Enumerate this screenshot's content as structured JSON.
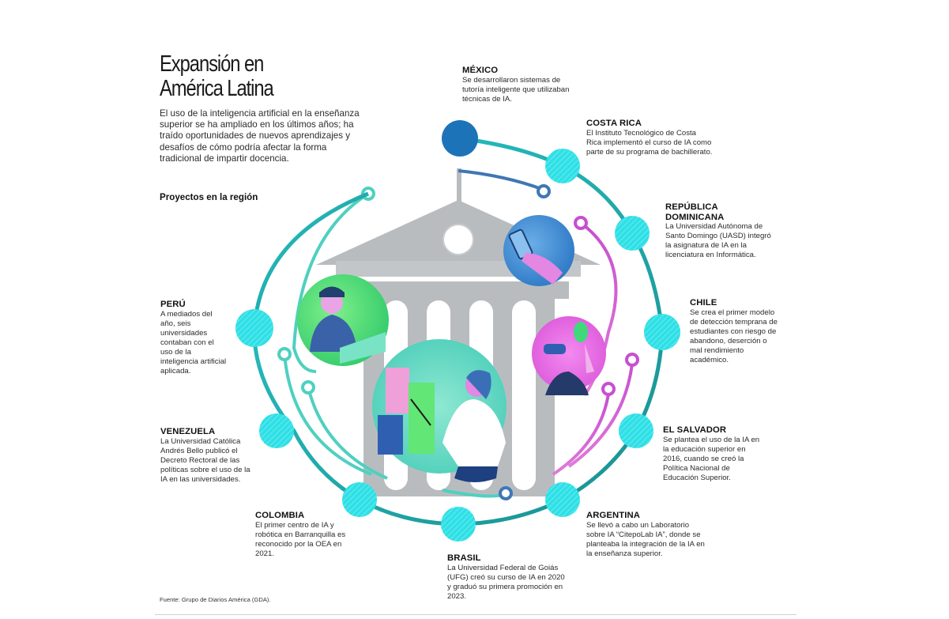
{
  "header": {
    "title_line1": "Expansión en",
    "title_line2": "América Latina",
    "intro": "El uso de la inteligencia artificial en la enseñanza superior se ha ampliado en los últimos años; ha traído oportunidades de nuevos aprendizajes y desafíos de cómo podría afectar la forma tradicional de impartir docencia.",
    "subheading": "Proyectos en la región"
  },
  "countries": [
    {
      "name": "MÉXICO",
      "text": "Se desarrollaron sistemas de tutoría inteligente que utilizaban técnicas de IA."
    },
    {
      "name": "COSTA RICA",
      "text": "El Instituto Tecnológico de Costa Rica implementó el curso de IA como parte de su programa de bachillerato."
    },
    {
      "name": "REPÚBLICA DOMINICANA",
      "text": "La Universidad Autónoma de Santo Domingo (UASD) integró la asignatura de IA en la licenciatura en Informática."
    },
    {
      "name": "CHILE",
      "text": "Se crea el primer modelo de detección temprana de estudiantes con riesgo de abandono, deserción o mal rendimiento académico."
    },
    {
      "name": "EL SALVADOR",
      "text": "Se plantea el uso de la IA en la educación superior en 2016, cuando se creó la Política Nacional de Educación Superior."
    },
    {
      "name": "ARGENTINA",
      "text": "Se llevó a cabo un Laboratorio sobre IA “CitepoLab IA”, donde se planteaba la integración de la IA en la enseñanza superior."
    },
    {
      "name": "BRASIL",
      "text": "La Universidad Federal de Goiás (UFG) creó su curso de IA en 2020 y graduó su primera promoción en 2023."
    },
    {
      "name": "COLOMBIA",
      "text": "El primer centro de IA y robótica en Barranquilla es reconocido por la OEA en 2021."
    },
    {
      "name": "VENEZUELA",
      "text": "La Universidad Católica Andrés Bello publicó el Decreto Rectoral de las políticas sobre el uso de la IA en las universidades."
    },
    {
      "name": "PERÚ",
      "text": "A mediados del año, seis universidades contaban con el uso de la inteligencia artificial aplicada."
    }
  ],
  "footer": {
    "source": "Fuente: Grupo de Diarios América (GDA)."
  },
  "colors": {
    "node_cyan": "#2fe0e6",
    "node_blue": "#1d73b8",
    "line_teal": "#1f9c9c",
    "line_magenta": "#c44fc8",
    "building_gray": "#b9bcbf",
    "accent_green": "#3fd97a"
  }
}
